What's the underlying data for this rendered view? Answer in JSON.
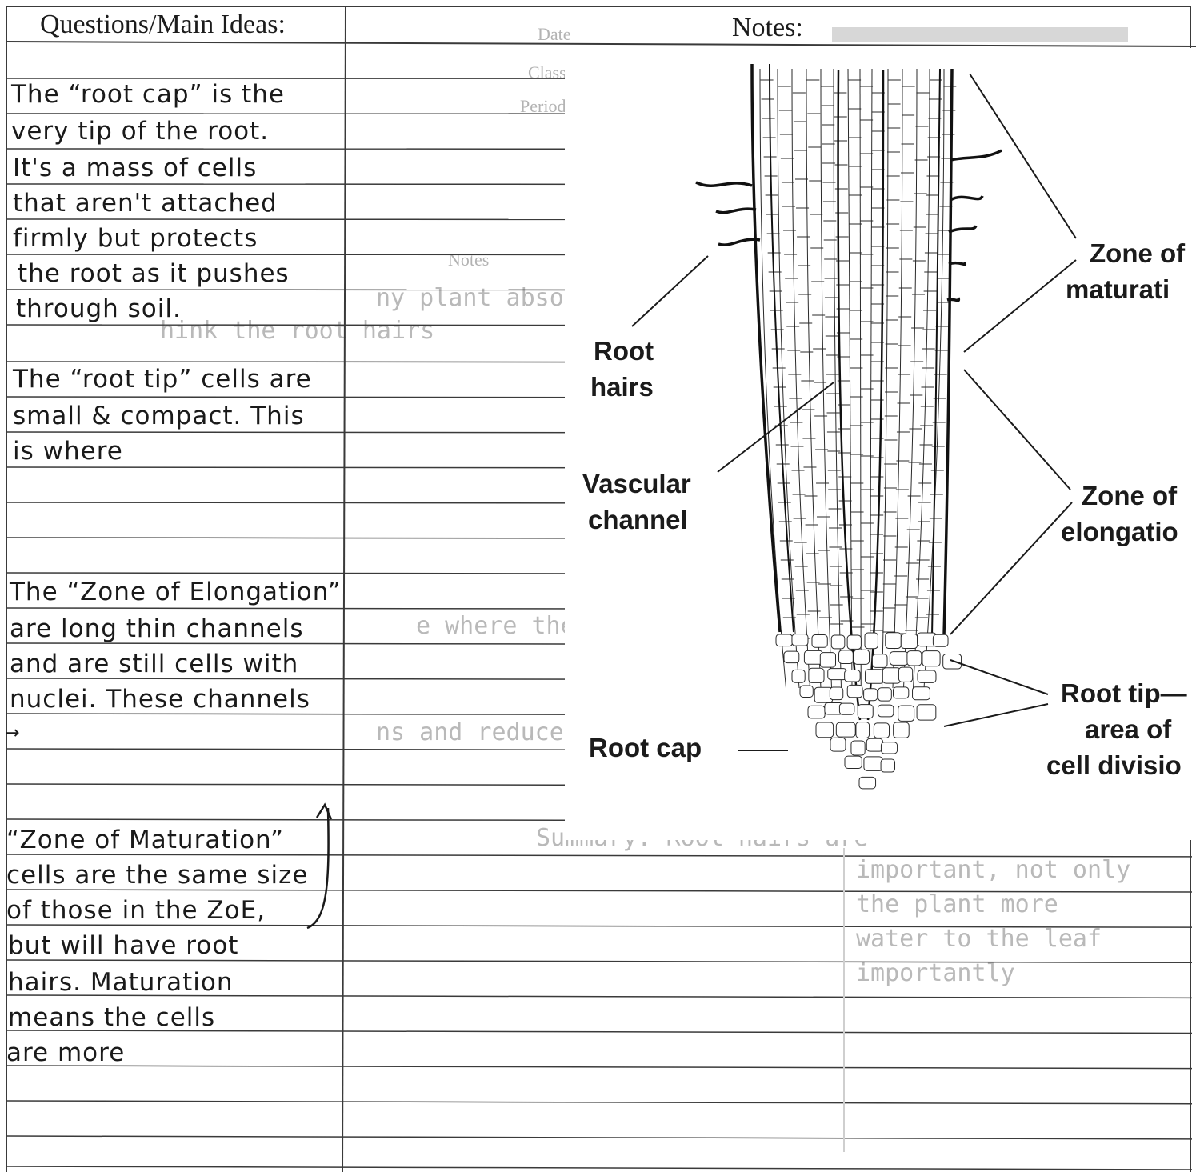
{
  "header": {
    "left_title": "Questions/Main Ideas:",
    "right_title": "Notes:"
  },
  "notes_left": {
    "root_cap": [
      "The “root cap” is the",
      "very tip of the root.",
      "It's a mass of cells",
      "that aren't attached",
      "firmly but protects",
      "the root as it pushes",
      "through soil."
    ],
    "root_tip": [
      "The “root tip” cells are",
      "small & compact. This",
      "is where"
    ],
    "elongation": [
      "The “Zone of Elongation”",
      "are long thin channels",
      "and are still cells with",
      "nuclei. These channels",
      "→"
    ],
    "maturation": [
      "“Zone of Maturation”",
      "cells are the same size",
      "of those in the ZoE,",
      "but will have root",
      "hairs. Maturation",
      "means the cells",
      "are more"
    ]
  },
  "diagram": {
    "labels": {
      "root_hairs": [
        "Root",
        "hairs"
      ],
      "vascular_channel": [
        "Vascular",
        "channel"
      ],
      "root_cap": "Root cap",
      "zone_maturation": [
        "Zone of",
        "maturati"
      ],
      "zone_elongation": [
        "Zone of",
        "elongatio"
      ],
      "root_tip": [
        "Root tip—",
        "area of",
        "cell divisio"
      ]
    }
  },
  "bleed_through": {
    "right_column_small": [
      "Date",
      "Class",
      "Period"
    ],
    "lines": [
      "Notes",
      "ny plant absorb w",
      "hink the root hairs",
      "e where the water is",
      "ns and reduced compared cell",
      "Summary: Root hairs are",
      "important, not only",
      "the plant more",
      "water to the leaf",
      "importantly"
    ]
  },
  "colors": {
    "rule_line": "#3a3a3a",
    "ink": "#1a1a1a",
    "bleed": "#b9b9b9"
  }
}
